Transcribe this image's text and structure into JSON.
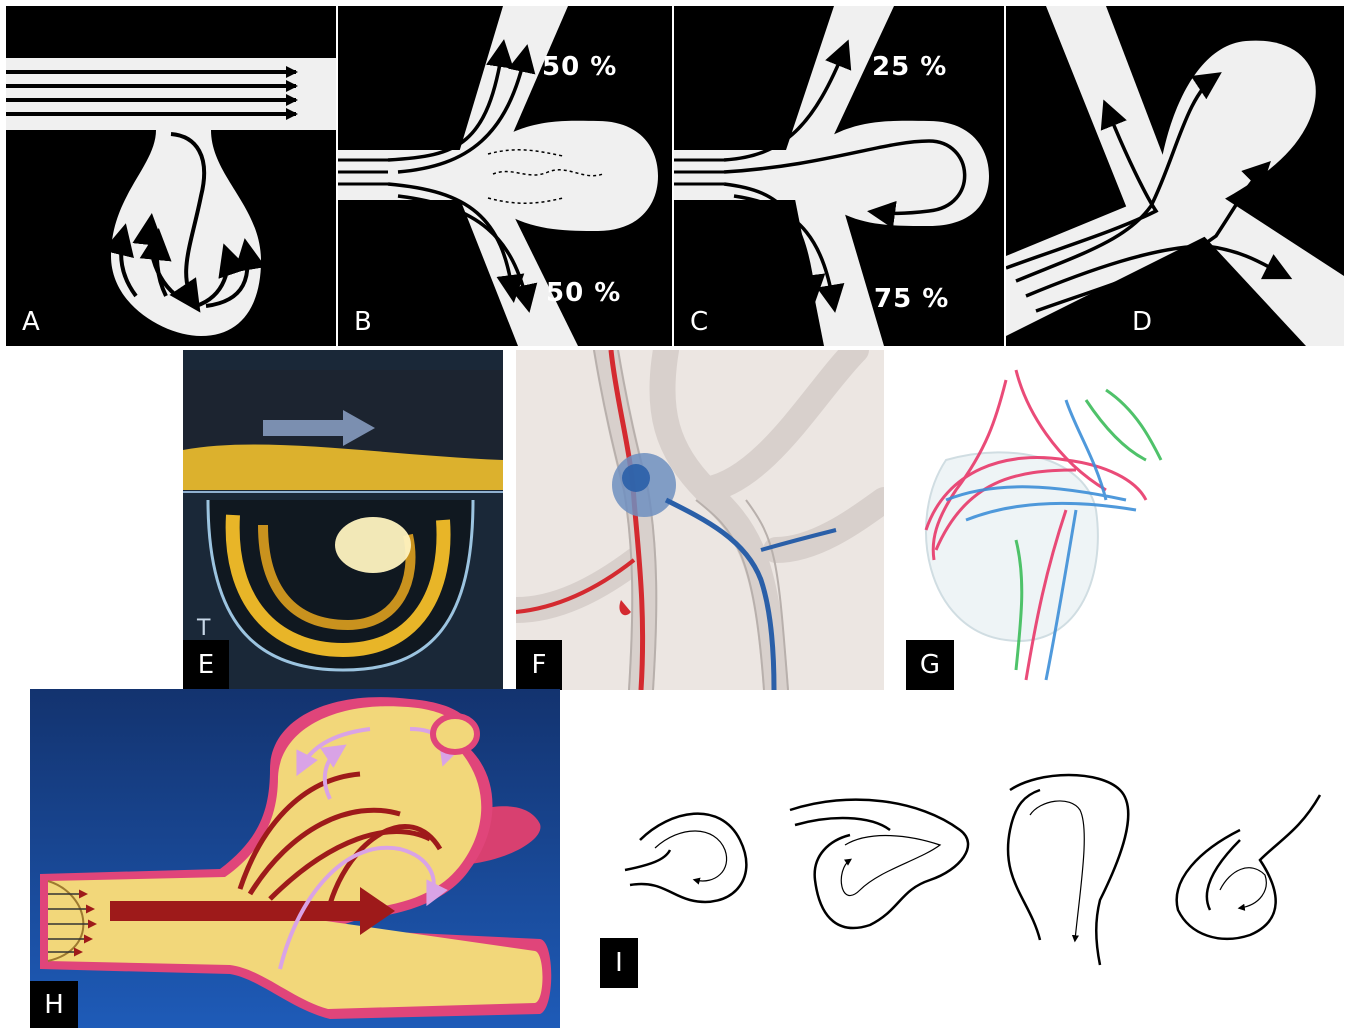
{
  "panels": {
    "A": {
      "label": "A"
    },
    "B": {
      "label": "B",
      "outflow_top": "50 %",
      "outflow_bottom": "50 %"
    },
    "C": {
      "label": "C",
      "outflow_top": "25 %",
      "outflow_bottom": "75 %"
    },
    "D": {
      "label": "D"
    },
    "E": {
      "label": "E",
      "corner_text": "T"
    },
    "F": {
      "label": "F"
    },
    "G": {
      "label": "G"
    },
    "H": {
      "label": "H"
    },
    "I": {
      "label": "I"
    }
  },
  "colors": {
    "schematic_background": "#000000",
    "vessel_fill": "#f0f0f0",
    "dye_red": "#d42a30",
    "dye_blue": "#2a5fa8",
    "dye_yellow": "#f2c12e",
    "vessel_wall_pink": "#e0457a",
    "flow_arrow_darkred": "#9e1a1a",
    "flow_arrow_lavender": "#d9a3e6",
    "h_background": "#0d3a8c"
  }
}
